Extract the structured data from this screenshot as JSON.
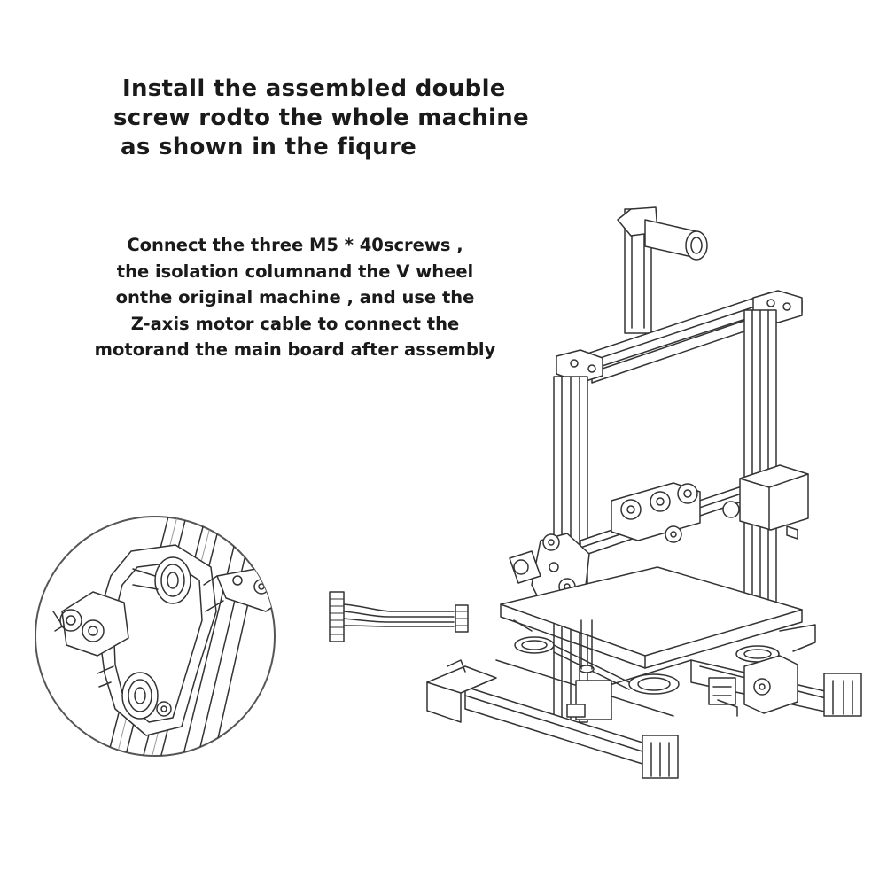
{
  "heading": {
    "lines": [
      "Install the assembled double",
      "screw rodto the whole machine",
      "as shown in the fiqure"
    ]
  },
  "note": {
    "lines": [
      "Connect the three M5 * 40screws ,",
      "the isolation columnand the V wheel",
      "onthe original machine , and use the",
      "Z-axis motor cable to connect the",
      "motorand the main board after assembly"
    ]
  },
  "colors": {
    "text": "#1a1a1a",
    "line_art": "#333333",
    "background": "#ffffff"
  }
}
